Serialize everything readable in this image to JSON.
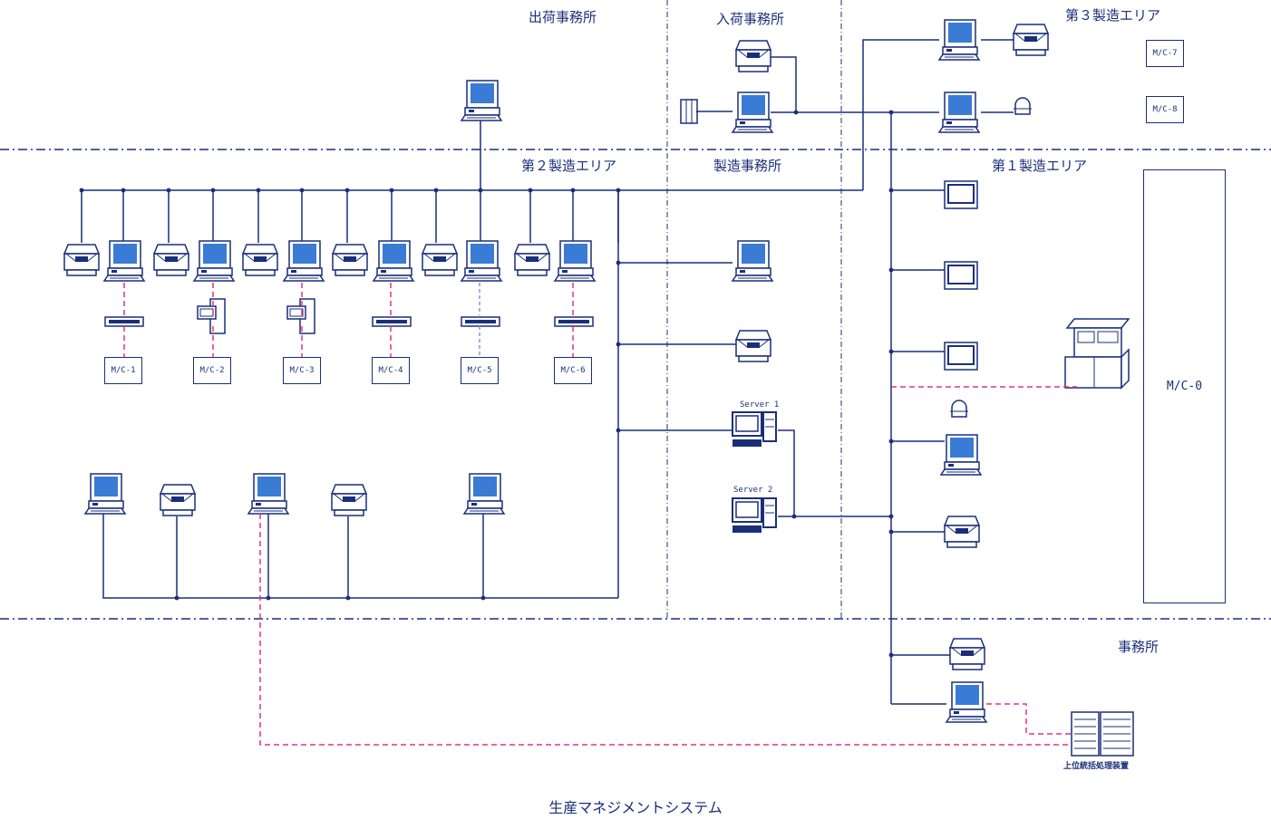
{
  "areas": {
    "shipping_office": "出荷事務所",
    "receiving_office": "入荷事務所",
    "area3": "第３製造エリア",
    "area2": "第２製造エリア",
    "mfg_office": "製造事務所",
    "area1": "第１製造エリア",
    "office": "事務所"
  },
  "machines": {
    "mc0": "M/C-0",
    "mc1": "M/C-1",
    "mc2": "M/C-2",
    "mc3": "M/C-3",
    "mc4": "M/C-4",
    "mc5": "M/C-5",
    "mc6": "M/C-6",
    "mc7": "M/C-7",
    "mc8": "M/C-8"
  },
  "servers": {
    "server1": "Server 1",
    "server2": "Server 2"
  },
  "host": "上位統括処理装置",
  "caption": "生産マネジメントシステム",
  "colors": {
    "line": "#1a2f7a",
    "link": "#e0338a",
    "screen": "#3a7bd5"
  }
}
